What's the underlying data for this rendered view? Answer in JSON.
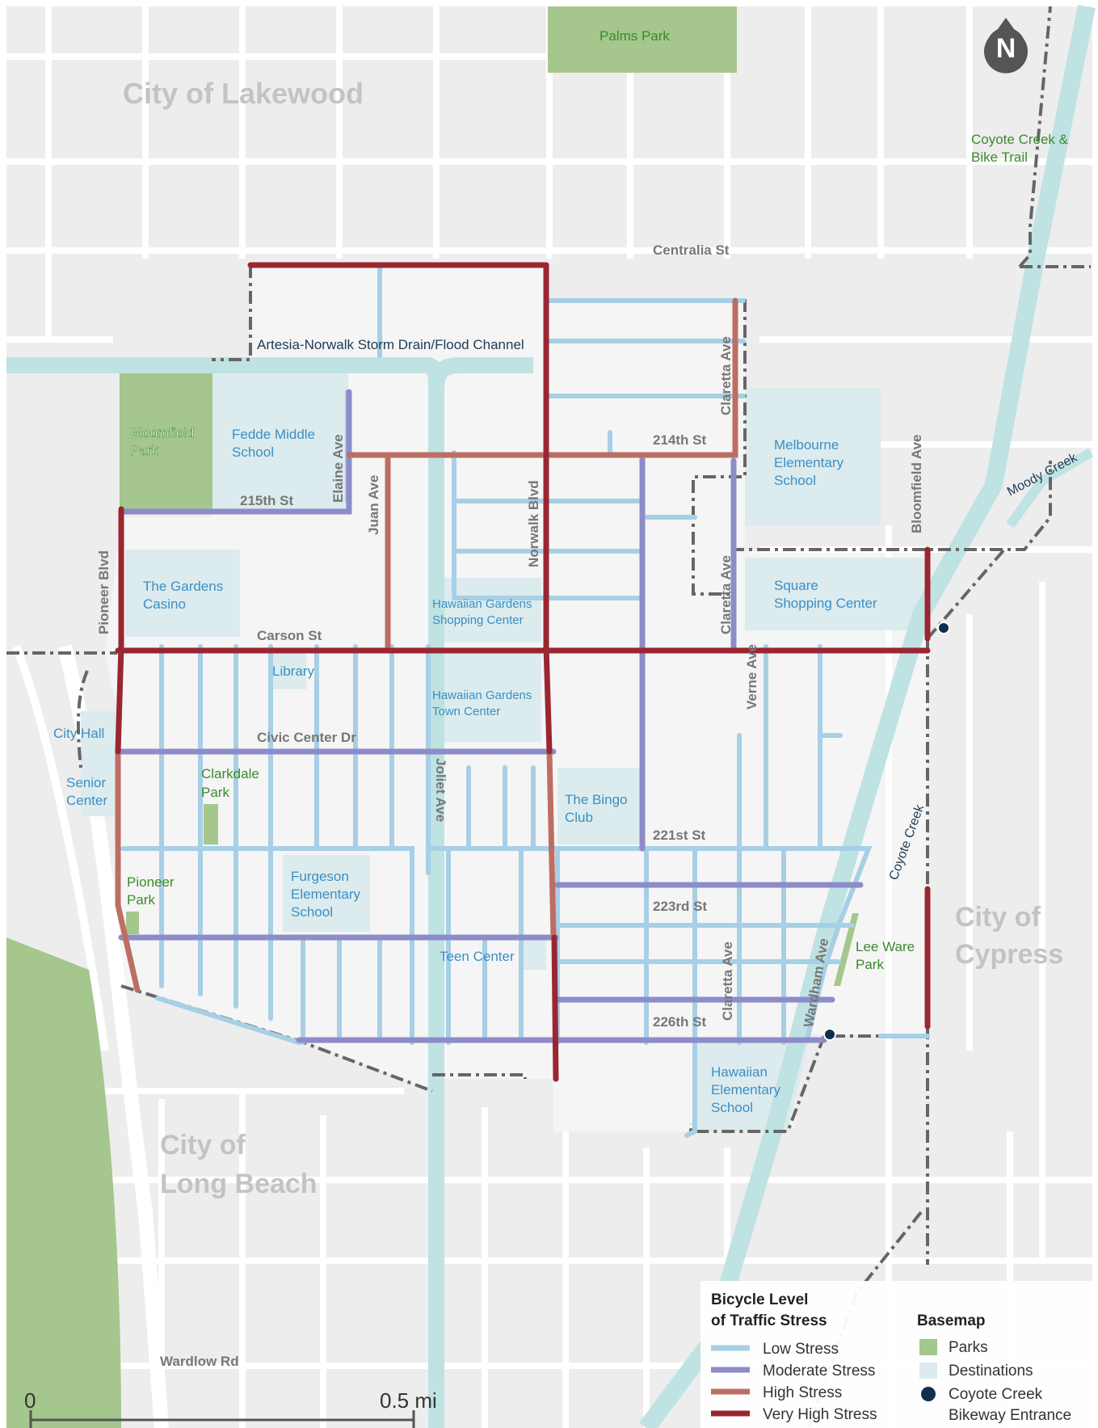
{
  "colors": {
    "low": "#a7cfe6",
    "moderate": "#8d8cc9",
    "high": "#bd6e64",
    "very_high": "#9a2631",
    "park": "#a5c68c",
    "destination": "#dcebed",
    "channel": "#bfe2e3",
    "entrance": "#102f4f",
    "boundary": "#666666"
  },
  "north_label": "N",
  "cities": {
    "lakewood": "City of Lakewood",
    "cypress_1": "City of",
    "cypress_2": "Cypress",
    "long_beach_1": "City of",
    "long_beach_2": "Long Beach"
  },
  "streets": {
    "centralia": "Centralia St",
    "channel": "Artesia-Norwalk Storm Drain/Flood Channel",
    "s214": "214th St",
    "s215": "215th St",
    "carson": "Carson St",
    "civic_center": "Civic Center Dr",
    "s221": "221st St",
    "s223": "223rd St",
    "s226": "226th St",
    "wardlow": "Wardlow Rd",
    "pioneer": "Pioneer Blvd",
    "elaine": "Elaine Ave",
    "juan": "Juan Ave",
    "norwalk": "Norwalk Blvd",
    "claretta_n": "Claretta Ave",
    "claretta_m": "Claretta Ave",
    "claretta_s": "Claretta Ave",
    "bloomfield": "Bloomfield Ave",
    "verne": "Verne Ave",
    "joliet": "Joliet Ave",
    "wardham": "Wardham Ave",
    "coyote_creek": "Coyote Creek",
    "moody_creek": "Moody Creek"
  },
  "places": {
    "palms_park": "Palms Park",
    "coyote_trail_1": "Coyote Creek &",
    "coyote_trail_2": "Bike Trail",
    "bloomfield_park_1": "Bloomfield",
    "bloomfield_park_2": "Park",
    "fedde_1": "Fedde Middle",
    "fedde_2": "School",
    "melbourne_1": "Melbourne",
    "melbourne_2": "Elementary",
    "melbourne_3": "School",
    "gardens_casino_1": "The Gardens",
    "gardens_casino_2": "Casino",
    "hg_shopping_1": "Hawaiian Gardens",
    "hg_shopping_2": "Shopping Center",
    "square_1": "Square",
    "square_2": "Shopping Center",
    "library": "Library",
    "hg_town_1": "Hawaiian Gardens",
    "hg_town_2": "Town Center",
    "city_hall": "City Hall",
    "senior_1": "Senior",
    "senior_2": "Center",
    "clarkdale_1": "Clarkdale",
    "clarkdale_2": "Park",
    "bingo_1": "The Bingo",
    "bingo_2": "Club",
    "pioneer_park_1": "Pioneer",
    "pioneer_park_2": "Park",
    "furgeson_1": "Furgeson",
    "furgeson_2": "Elementary",
    "furgeson_3": "School",
    "teen_center": "Teen Center",
    "lee_ware_1": "Lee Ware",
    "lee_ware_2": "Park",
    "hg_elem_1": "Hawaiian",
    "hg_elem_2": "Elementary",
    "hg_elem_3": "School"
  },
  "legend": {
    "title_1": "Bicycle Level",
    "title_2": "of Traffic Stress",
    "low": "Low Stress",
    "moderate": "Moderate Stress",
    "high": "High Stress",
    "very_high": "Very High Stress",
    "basemap_title": "Basemap",
    "parks": "Parks",
    "destinations": "Destinations",
    "entrance_1": "Coyote Creek",
    "entrance_2": "Bikeway Entrance"
  },
  "scale": {
    "start": "0",
    "end": "0.5 mi"
  }
}
